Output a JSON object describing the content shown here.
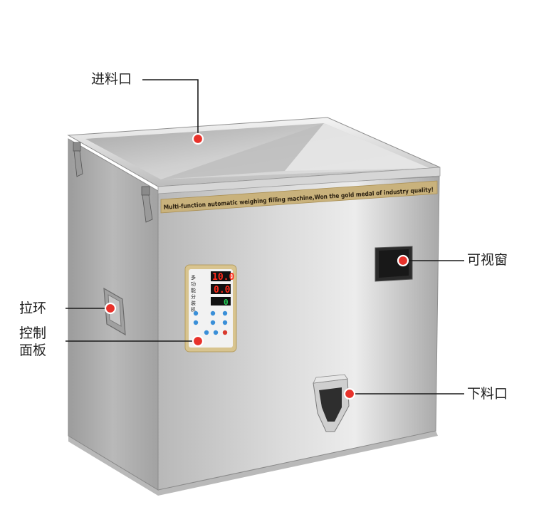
{
  "banner": {
    "text": "Multi-function automatic weighing filling machine,Won the gold medal of industry quality!"
  },
  "control_panel": {
    "title_chars": [
      "多",
      "功",
      "能",
      "分",
      "装",
      "机"
    ],
    "display_top": "10.0",
    "display_mid": "0.0",
    "display_bottom": "0"
  },
  "labels": {
    "inlet": "进料口",
    "window": "可视窗",
    "pull_ring": "拉环",
    "control_panel_line1": "控制",
    "control_panel_line2": "面板",
    "outlet": "下料口"
  },
  "colors": {
    "marker": "#e8322b",
    "banner": "#c9b27c",
    "panel_frame": "#d8c48f",
    "display_red": "#ff2a1a",
    "display_green": "#27d35a"
  }
}
